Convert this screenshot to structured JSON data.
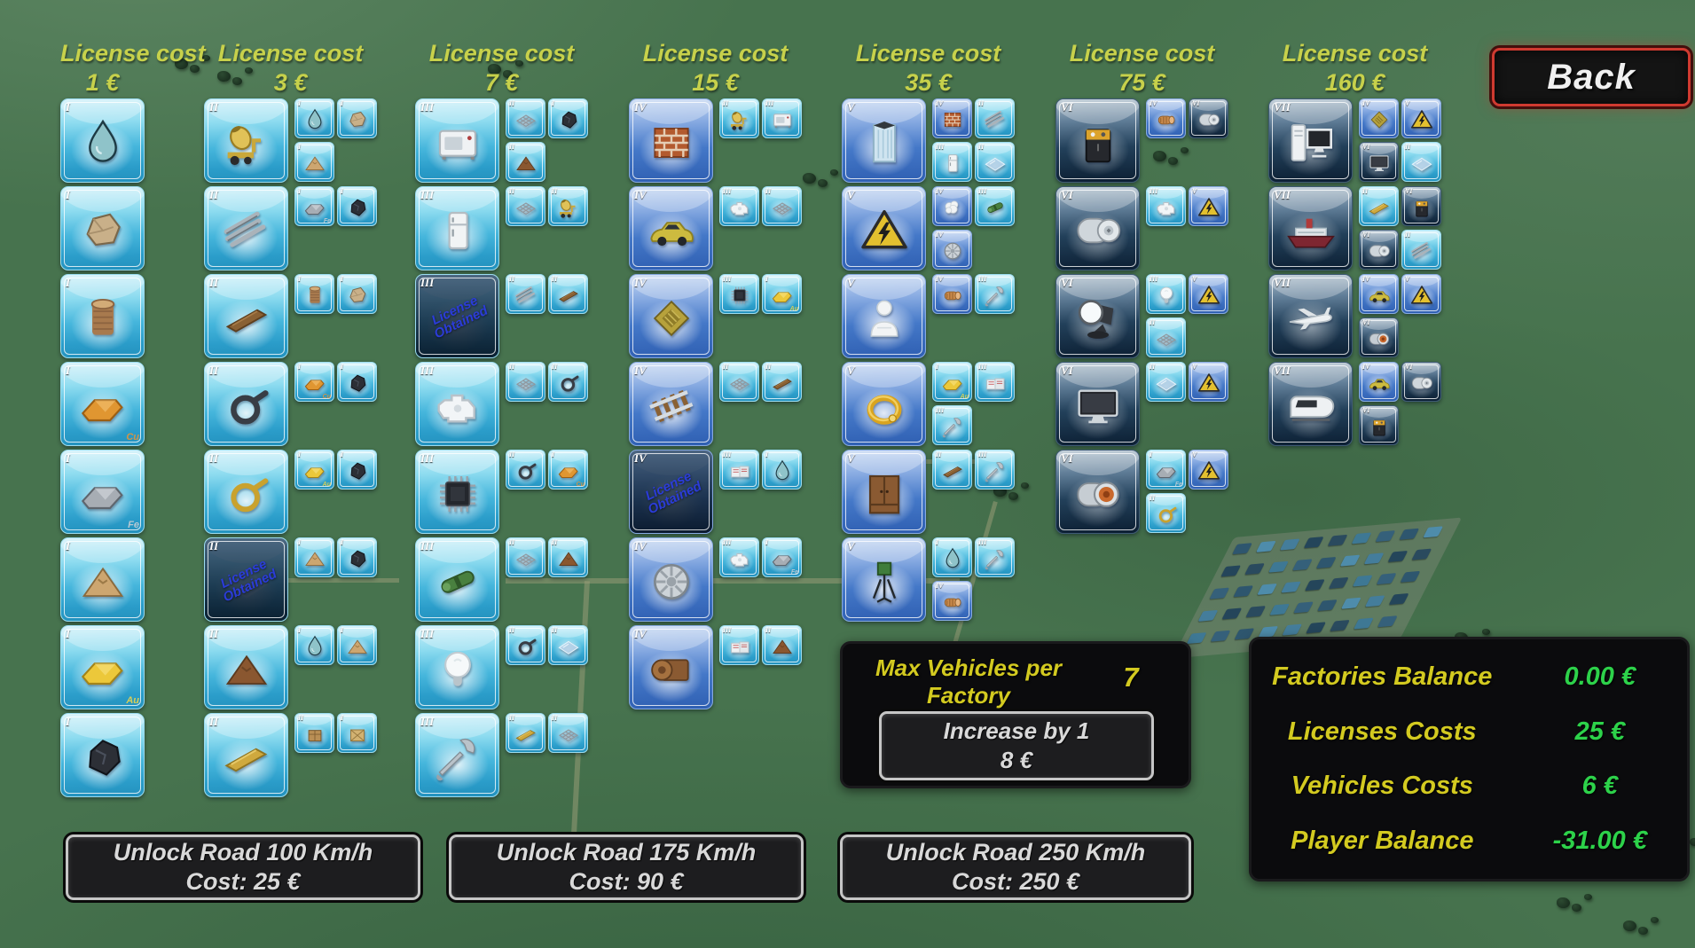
{
  "back_button": {
    "label": "Back"
  },
  "license_obtained_text": "License Obtained",
  "ingot_labels": {
    "copper": "Cu",
    "iron": "Fe",
    "gold": "Au"
  },
  "colors": {
    "accent_yellow": "#c7d14b",
    "panel_label_yellow": "#d3ca20",
    "value_green": "#2dd24a",
    "back_border_red": "#cf3a30",
    "tile_cyan": "#2fa3cf",
    "tile_royal": "#3f74c4",
    "tile_navy": "#16344c"
  },
  "max_vehicles": {
    "label": "Max Vehicles per Factory",
    "value": "7",
    "button_line1": "Increase by 1",
    "button_line2": "8 €"
  },
  "balance": {
    "rows": [
      {
        "name": "factories-balance",
        "label": "Factories Balance",
        "value": "0.00 €"
      },
      {
        "name": "licenses-costs",
        "label": "Licenses Costs",
        "value": "25 €"
      },
      {
        "name": "vehicles-costs",
        "label": "Vehicles Costs",
        "value": "6 €"
      },
      {
        "name": "player-balance",
        "label": "Player Balance",
        "value": "-31.00 €"
      }
    ]
  },
  "unlock_road_buttons": [
    {
      "name": "unlock-road-100",
      "line1": "Unlock Road 100 Km/h",
      "line2": "Cost: 25 €"
    },
    {
      "name": "unlock-road-175",
      "line1": "Unlock Road 175 Km/h",
      "line2": "Cost: 90 €"
    },
    {
      "name": "unlock-road-250",
      "line1": "Unlock Road 250 Km/h",
      "line2": "Cost: 250 €"
    }
  ],
  "columns": [
    {
      "header": "License cost",
      "price": "1 €",
      "tier": "I",
      "products": [
        {
          "name": "water",
          "icon": "water"
        },
        {
          "name": "stone",
          "icon": "stone"
        },
        {
          "name": "wood-log",
          "icon": "log"
        },
        {
          "name": "copper-ingot",
          "icon": "copper"
        },
        {
          "name": "iron-ingot",
          "icon": "iron"
        },
        {
          "name": "sand",
          "icon": "sand"
        },
        {
          "name": "gold-ingot",
          "icon": "gold"
        },
        {
          "name": "coal",
          "icon": "coal"
        }
      ]
    },
    {
      "header": "License cost",
      "price": "3 €",
      "tier": "II",
      "products": [
        {
          "name": "concrete",
          "icon": "mixer",
          "ing": [
            {
              "icon": "water",
              "tier": "I"
            },
            {
              "icon": "stone",
              "tier": "I"
            },
            {
              "icon": "sand",
              "tier": "I"
            }
          ]
        },
        {
          "name": "steel-pipes",
          "icon": "pipes",
          "ing": [
            {
              "icon": "iron",
              "tier": "I"
            },
            {
              "icon": "coal",
              "tier": "I"
            }
          ]
        },
        {
          "name": "plank",
          "icon": "plank",
          "ing": [
            {
              "icon": "log",
              "tier": "I"
            },
            {
              "icon": "stone",
              "tier": "I"
            }
          ]
        },
        {
          "name": "copper-cable",
          "icon": "cable",
          "ing": [
            {
              "icon": "copper",
              "tier": "I"
            },
            {
              "icon": "coal",
              "tier": "I"
            }
          ]
        },
        {
          "name": "gold-wire",
          "icon": "goldwire",
          "ing": [
            {
              "icon": "gold",
              "tier": "I"
            },
            {
              "icon": "coal",
              "tier": "I"
            }
          ]
        },
        {
          "name": "glass",
          "icon": "glass",
          "obtained": true,
          "ing": [
            {
              "icon": "sand",
              "tier": "I"
            },
            {
              "icon": "coal",
              "tier": "I"
            }
          ]
        },
        {
          "name": "clay",
          "icon": "clay",
          "ing": [
            {
              "icon": "water",
              "tier": "I"
            },
            {
              "icon": "sand",
              "tier": "I"
            }
          ]
        },
        {
          "name": "beam",
          "icon": "beam",
          "ing": [
            {
              "icon": "box",
              "tier": "II"
            },
            {
              "icon": "crate",
              "tier": "I"
            }
          ]
        }
      ]
    },
    {
      "header": "License cost",
      "price": "7 €",
      "tier": "III",
      "products": [
        {
          "name": "oven",
          "icon": "oven",
          "ing": [
            {
              "icon": "mesh",
              "tier": "II"
            },
            {
              "icon": "coal",
              "tier": "I"
            },
            {
              "icon": "clay",
              "tier": "II"
            }
          ]
        },
        {
          "name": "fridge",
          "icon": "fridge",
          "ing": [
            {
              "icon": "mesh",
              "tier": "II"
            },
            {
              "icon": "mixer",
              "tier": "II"
            }
          ]
        },
        {
          "name": "steel-beam",
          "icon": "sbeam",
          "obtained": true,
          "ing": [
            {
              "icon": "pipes",
              "tier": "II"
            },
            {
              "icon": "plank",
              "tier": "II"
            }
          ]
        },
        {
          "name": "engine",
          "icon": "engine",
          "ing": [
            {
              "icon": "mesh",
              "tier": "II"
            },
            {
              "icon": "cable",
              "tier": "II"
            }
          ]
        },
        {
          "name": "microchip",
          "icon": "chip",
          "ing": [
            {
              "icon": "cable",
              "tier": "II"
            },
            {
              "icon": "copper",
              "tier": "I"
            }
          ]
        },
        {
          "name": "dynamite",
          "icon": "capsule",
          "ing": [
            {
              "icon": "mesh",
              "tier": "II"
            },
            {
              "icon": "clay",
              "tier": "II"
            }
          ]
        },
        {
          "name": "light-bulb",
          "icon": "bulb",
          "ing": [
            {
              "icon": "cable",
              "tier": "II"
            },
            {
              "icon": "glass",
              "tier": "II"
            }
          ]
        },
        {
          "name": "wrench",
          "icon": "wrench",
          "ing": [
            {
              "icon": "beam",
              "tier": "II"
            },
            {
              "icon": "mesh",
              "tier": "II"
            }
          ]
        }
      ]
    },
    {
      "header": "License cost",
      "price": "15 €",
      "tier": "IV",
      "products": [
        {
          "name": "bricks",
          "icon": "brick",
          "ing": [
            {
              "icon": "mixer",
              "tier": "II"
            },
            {
              "icon": "oven",
              "tier": "III"
            }
          ]
        },
        {
          "name": "car",
          "icon": "car",
          "ing": [
            {
              "icon": "engine",
              "tier": "III"
            },
            {
              "icon": "mesh",
              "tier": "II"
            }
          ]
        },
        {
          "name": "cpu",
          "icon": "cpu",
          "ing": [
            {
              "icon": "chip",
              "tier": "III"
            },
            {
              "icon": "gold",
              "tier": "I"
            }
          ]
        },
        {
          "name": "rails",
          "icon": "rails",
          "ing": [
            {
              "icon": "mesh",
              "tier": "II"
            },
            {
              "icon": "plank",
              "tier": "II"
            }
          ]
        },
        {
          "name": "cotton",
          "icon": "cotton",
          "obtained": true,
          "ing": [
            {
              "icon": "paper",
              "tier": "III"
            },
            {
              "icon": "water",
              "tier": "I"
            }
          ]
        },
        {
          "name": "wheel",
          "icon": "wheel",
          "ing": [
            {
              "icon": "engine",
              "tier": "III"
            },
            {
              "icon": "iron",
              "tier": "I"
            }
          ]
        },
        {
          "name": "leather",
          "icon": "leather",
          "ing": [
            {
              "icon": "paper",
              "tier": "III"
            },
            {
              "icon": "clay",
              "tier": "II"
            }
          ]
        }
      ]
    },
    {
      "header": "License cost",
      "price": "35 €",
      "tier": "V",
      "products": [
        {
          "name": "skyscraper",
          "icon": "tower",
          "ing": [
            {
              "icon": "brick",
              "tier": "IV"
            },
            {
              "icon": "pipes",
              "tier": "II"
            },
            {
              "icon": "fridge",
              "tier": "III"
            },
            {
              "icon": "glass",
              "tier": "II"
            }
          ]
        },
        {
          "name": "high-voltage-sign",
          "icon": "hazard",
          "ing": [
            {
              "icon": "cotton",
              "tier": "IV"
            },
            {
              "icon": "capsule",
              "tier": "III"
            },
            {
              "icon": "wheel",
              "tier": "IV"
            }
          ]
        },
        {
          "name": "statue",
          "icon": "statue",
          "ing": [
            {
              "icon": "coil",
              "tier": "IV"
            },
            {
              "icon": "wrench",
              "tier": "III"
            }
          ]
        },
        {
          "name": "gold-ring",
          "icon": "ring",
          "ing": [
            {
              "icon": "gold",
              "tier": "I"
            },
            {
              "icon": "paper",
              "tier": "III"
            },
            {
              "icon": "wrench",
              "tier": "III"
            }
          ]
        },
        {
          "name": "wardrobe",
          "icon": "wardrobe",
          "ing": [
            {
              "icon": "plank",
              "tier": "II"
            },
            {
              "icon": "wrench",
              "tier": "III"
            }
          ]
        },
        {
          "name": "street-lamp",
          "icon": "lamp",
          "ing": [
            {
              "icon": "water",
              "tier": "I"
            },
            {
              "icon": "wrench",
              "tier": "III"
            },
            {
              "icon": "coil",
              "tier": "IV"
            }
          ]
        }
      ]
    },
    {
      "header": "License cost",
      "price": "75 €",
      "tier": "VI",
      "products": [
        {
          "name": "battery",
          "icon": "battery",
          "ing": [
            {
              "icon": "coil",
              "tier": "IV"
            },
            {
              "icon": "motor",
              "tier": "VI"
            }
          ]
        },
        {
          "name": "electric-motor",
          "icon": "motor",
          "ing": [
            {
              "icon": "engine",
              "tier": "III"
            },
            {
              "icon": "hazard",
              "tier": "V"
            }
          ]
        },
        {
          "name": "searchlight",
          "icon": "light",
          "ing": [
            {
              "icon": "bulb",
              "tier": "III"
            },
            {
              "icon": "hazard",
              "tier": "V"
            },
            {
              "icon": "mesh",
              "tier": "II"
            }
          ]
        },
        {
          "name": "tv-monitor",
          "icon": "tv",
          "ing": [
            {
              "icon": "glass",
              "tier": "II"
            },
            {
              "icon": "hazard",
              "tier": "V"
            }
          ]
        },
        {
          "name": "jet-turbine",
          "icon": "turbine",
          "ing": [
            {
              "icon": "iron",
              "tier": "I"
            },
            {
              "icon": "hazard",
              "tier": "V"
            },
            {
              "icon": "goldwire",
              "tier": "II"
            }
          ]
        }
      ]
    },
    {
      "header": "License cost",
      "price": "160 €",
      "tier": "VII",
      "products": [
        {
          "name": "computer",
          "icon": "pc",
          "ing": [
            {
              "icon": "cpu",
              "tier": "IV"
            },
            {
              "icon": "hazard",
              "tier": "V"
            },
            {
              "icon": "tv",
              "tier": "VI"
            },
            {
              "icon": "glass",
              "tier": "II"
            }
          ]
        },
        {
          "name": "cruise-ship",
          "icon": "ship",
          "ing": [
            {
              "icon": "beam",
              "tier": "II"
            },
            {
              "icon": "battery",
              "tier": "VI"
            },
            {
              "icon": "motor",
              "tier": "VI"
            },
            {
              "icon": "pipes",
              "tier": "II"
            }
          ]
        },
        {
          "name": "airplane",
          "icon": "plane",
          "ing": [
            {
              "icon": "car",
              "tier": "IV"
            },
            {
              "icon": "hazard",
              "tier": "V"
            },
            {
              "icon": "turbine",
              "tier": "VI"
            }
          ]
        },
        {
          "name": "bullet-train",
          "icon": "train",
          "ing": [
            {
              "icon": "car",
              "tier": "IV"
            },
            {
              "icon": "motor",
              "tier": "VI"
            },
            {
              "icon": "battery",
              "tier": "VI"
            }
          ]
        }
      ]
    }
  ]
}
